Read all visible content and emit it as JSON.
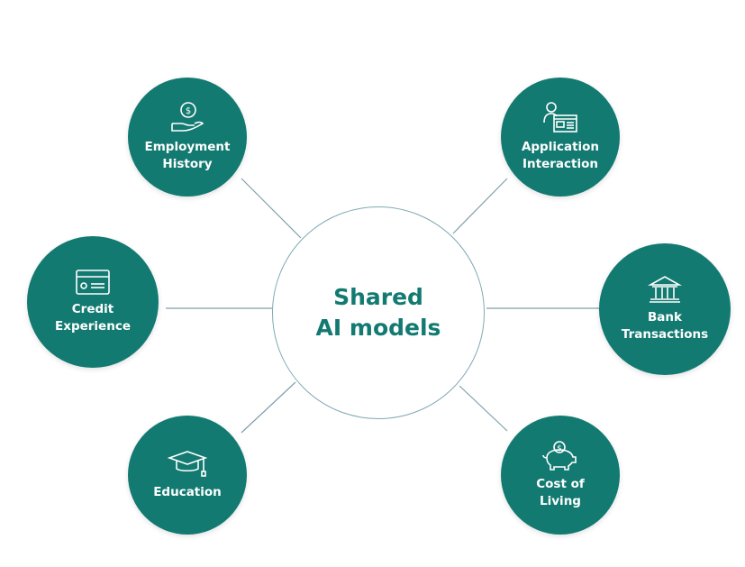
{
  "center": {
    "line1": "Shared",
    "line2": "AI models"
  },
  "nodes": [
    {
      "line1": "Employment",
      "line2": "History",
      "icon": "hand-coin-icon"
    },
    {
      "line1": "Application",
      "line2": "Interaction",
      "icon": "person-form-icon"
    },
    {
      "line1": "Credit",
      "line2": "Experience",
      "icon": "credit-card-icon"
    },
    {
      "line1": "Bank",
      "line2": "Transactions",
      "icon": "bank-icon"
    },
    {
      "line1": "Education",
      "line2": "",
      "icon": "graduation-cap-icon"
    },
    {
      "line1": "Cost of",
      "line2": "Living",
      "icon": "piggy-bank-icon"
    }
  ],
  "colors": {
    "node": "#127a71",
    "line": "#7fa0ab"
  }
}
